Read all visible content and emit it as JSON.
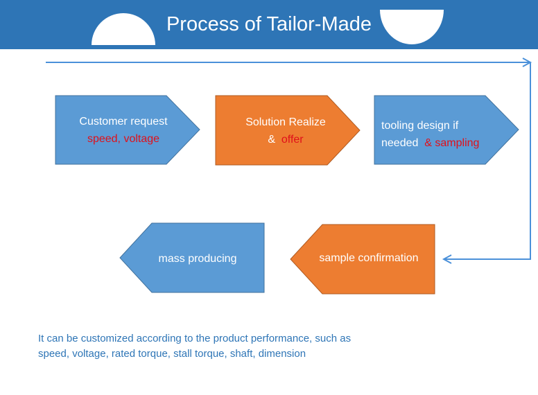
{
  "header": {
    "title": "Process of Tailor-Made"
  },
  "steps": [
    {
      "line1": "Customer request",
      "line2_red": "speed, voltage"
    },
    {
      "line1": "Solution Realize",
      "line2_prefix": "&",
      "line2_red": "offer"
    },
    {
      "line1": "tooling design if",
      "line2_prefix": "needed",
      "line2_red": "& sampling"
    },
    {
      "label": "sample confirmation"
    },
    {
      "label": "mass producing"
    }
  ],
  "note": {
    "line1": "It can be customized according to the product performance, such as",
    "line2": "speed, voltage, rated torque, stall torque, shaft, dimension"
  },
  "colors": {
    "header": "#2e75b6",
    "blue_shape": "#5b9bd5",
    "orange_shape": "#ed7d31",
    "arrow": "#4a90d9",
    "highlight_text": "#e0101a",
    "note_text": "#2e75b6"
  }
}
